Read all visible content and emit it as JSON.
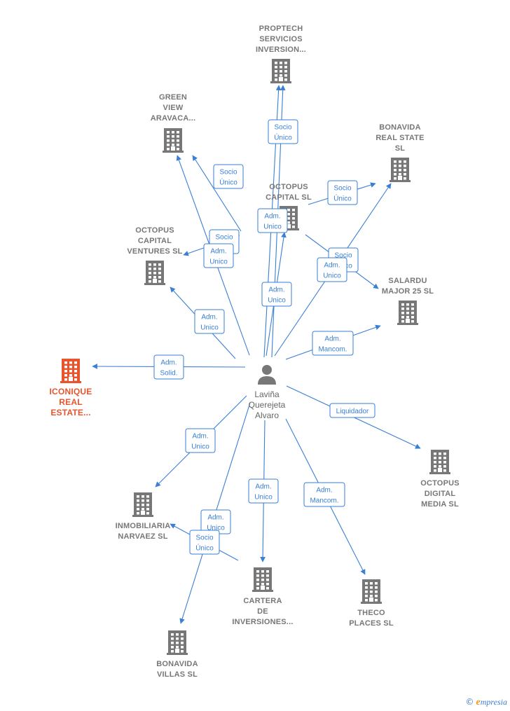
{
  "colors": {
    "edge": "#3a7fd5",
    "company": "#777777",
    "main_company": "#e8552c",
    "person": "#777777"
  },
  "person": {
    "lines": [
      "Laviña",
      "Querejeta",
      "Alvaro"
    ],
    "icon": "person-icon"
  },
  "companies": [
    {
      "id": "proptech",
      "lines": [
        "PROPTECH",
        "SERVICIOS",
        "INVERSION..."
      ],
      "icon": "building-icon"
    },
    {
      "id": "green-view",
      "lines": [
        "GREEN",
        "VIEW",
        "ARAVACA..."
      ],
      "icon": "building-icon"
    },
    {
      "id": "bonavida-real-state",
      "lines": [
        "BONAVIDA",
        "REAL STATE",
        "SL"
      ],
      "icon": "building-icon"
    },
    {
      "id": "octopus-capital",
      "lines": [
        "OCTOPUS",
        "CAPITAL SL"
      ],
      "icon": "building-icon"
    },
    {
      "id": "octopus-ventures",
      "lines": [
        "OCTOPUS",
        "CAPITAL",
        "VENTURES  SL"
      ],
      "icon": "building-icon"
    },
    {
      "id": "salardu",
      "lines": [
        "SALARDU",
        "MAJOR 25  SL"
      ],
      "icon": "building-icon"
    },
    {
      "id": "iconique",
      "lines": [
        "ICONIQUE",
        "REAL",
        "ESTATE..."
      ],
      "icon": "building-icon",
      "main": true
    },
    {
      "id": "octopus-digital",
      "lines": [
        "OCTOPUS",
        "DIGITAL",
        "MEDIA  SL"
      ],
      "icon": "building-icon"
    },
    {
      "id": "inmobiliaria",
      "lines": [
        "INMOBILIARIA",
        "NARVAEZ  SL"
      ],
      "icon": "building-icon"
    },
    {
      "id": "cartera",
      "lines": [
        "CARTERA",
        "DE",
        "INVERSIONES..."
      ],
      "icon": "building-icon"
    },
    {
      "id": "theco",
      "lines": [
        "THECO",
        "PLACES  SL"
      ],
      "icon": "building-icon"
    },
    {
      "id": "bonavida-villas",
      "lines": [
        "BONAVIDA",
        "VILLAS  SL"
      ],
      "icon": "building-icon"
    }
  ],
  "relations": [
    {
      "id": "r1",
      "lines": [
        "Socio",
        "Único"
      ]
    },
    {
      "id": "r2",
      "lines": [
        "Socio",
        "Único"
      ]
    },
    {
      "id": "r3",
      "lines": [
        "Socio",
        "Único"
      ]
    },
    {
      "id": "r4",
      "lines": [
        "Adm.",
        "Unico"
      ]
    },
    {
      "id": "r5",
      "lines": [
        "Socio",
        "Único"
      ]
    },
    {
      "id": "r6",
      "lines": [
        "Adm.",
        "Unico"
      ]
    },
    {
      "id": "r7",
      "lines": [
        "Socio",
        "Único"
      ]
    },
    {
      "id": "r8",
      "lines": [
        "Adm.",
        "Unico"
      ]
    },
    {
      "id": "r9",
      "lines": [
        "Adm.",
        "Unico"
      ]
    },
    {
      "id": "r10",
      "lines": [
        "Adm.",
        "Unico"
      ]
    },
    {
      "id": "r11",
      "lines": [
        "Adm.",
        "Mancom."
      ]
    },
    {
      "id": "r12",
      "lines": [
        "Adm.",
        "Solid."
      ]
    },
    {
      "id": "r13",
      "lines": [
        "Liquidador"
      ]
    },
    {
      "id": "r14",
      "lines": [
        "Adm.",
        "Unico"
      ]
    },
    {
      "id": "r15",
      "lines": [
        "Adm.",
        "Unico"
      ]
    },
    {
      "id": "r16",
      "lines": [
        "Adm.",
        "Mancom."
      ]
    },
    {
      "id": "r17",
      "lines": [
        "Adm.",
        "Unico"
      ]
    },
    {
      "id": "r18",
      "lines": [
        "Socio",
        "Único"
      ]
    }
  ],
  "footer": {
    "copyright": "©",
    "brand_initial": "e",
    "brand_rest": "mpresia"
  }
}
